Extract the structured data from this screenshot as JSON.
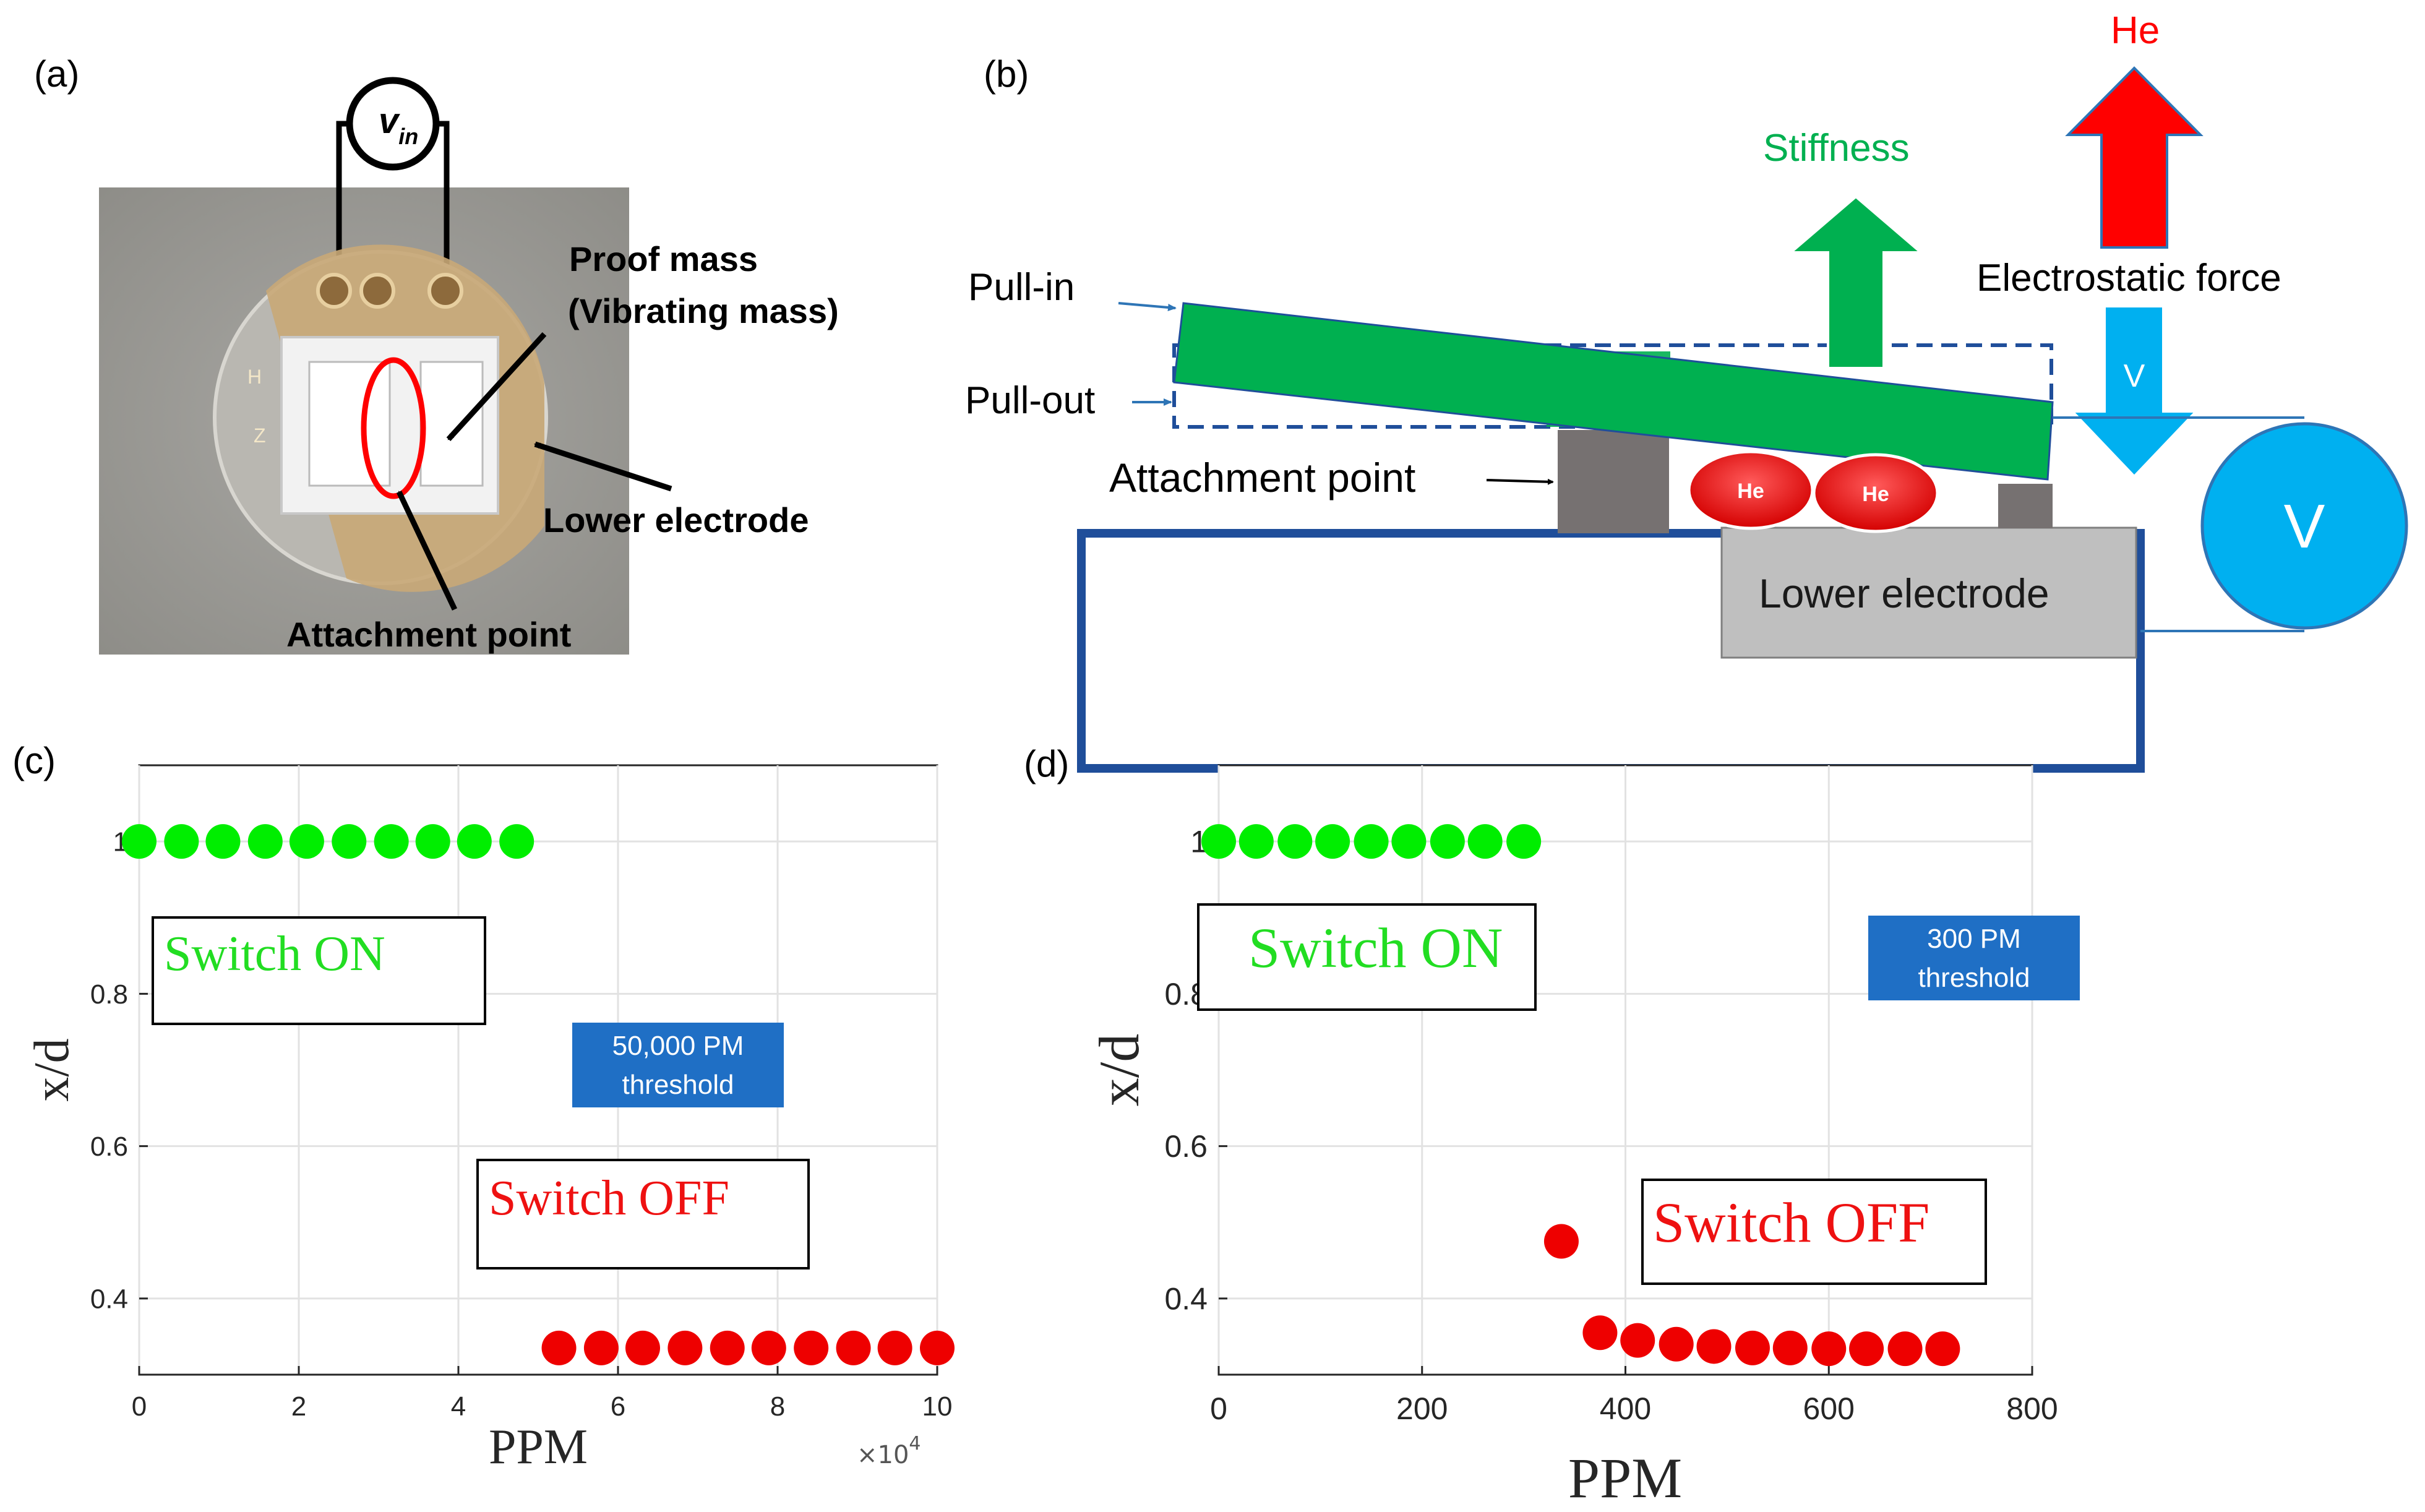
{
  "panels": {
    "a": {
      "label": "(a)",
      "vin_symbol": "v",
      "vin_subscript": "in",
      "proof_mass_line1": "Proof mass",
      "proof_mass_line2": "(Vibrating mass)",
      "lower_electrode": "Lower electrode",
      "attachment_point": "Attachment point",
      "chip_marking1": "H",
      "chip_marking2": "Z"
    },
    "b": {
      "label": "(b)",
      "he_top": "He",
      "stiffness": "Stiffness",
      "electrostatic_force": "Electrostatic force",
      "pull_in": "Pull-in",
      "pull_out": "Pull-out",
      "attachment_point": "Attachment point",
      "lower_electrode": "Lower electrode",
      "he_ball1": "He",
      "he_ball2": "He",
      "v_arrow": "V",
      "v_source": "V",
      "colors": {
        "green": "#00b050",
        "red": "#ff0000",
        "blue": "#00b0f0",
        "frame": "#1f4e9a"
      }
    },
    "c": {
      "label": "(c)",
      "switch_on": "Switch ON",
      "switch_off": "Switch OFF",
      "threshold_line1": "50,000 PM",
      "threshold_line2": "threshold",
      "exponent_base": "×10",
      "exponent_power": "4"
    },
    "d": {
      "label": "(d)",
      "switch_on": "Switch ON",
      "switch_off": "Switch OFF",
      "threshold_line1": "300 PM",
      "threshold_line2": "threshold"
    }
  },
  "chart_data": [
    {
      "type": "scatter",
      "panel": "c",
      "xlabel": "PPM",
      "ylabel": "x/d",
      "xlim": [
        0,
        10
      ],
      "ylim": [
        0.3,
        1.1
      ],
      "x_scale_note": "×10^4",
      "xticks": [
        0,
        2,
        4,
        6,
        8,
        10
      ],
      "yticks": [
        0.4,
        0.6,
        0.8,
        1
      ],
      "ytick_labels": [
        "0.4",
        "0.6",
        "0.8",
        "1"
      ],
      "grid": true,
      "series": [
        {
          "color": "#00ee00",
          "x": [
            0,
            0.53,
            1.05,
            1.58,
            2.1,
            2.63,
            3.16,
            3.68,
            4.2,
            4.73
          ],
          "y": [
            1,
            1,
            1,
            1,
            1,
            1,
            1,
            1,
            1,
            1
          ]
        },
        {
          "color": "#ee0000",
          "x": [
            5.26,
            5.79,
            6.31,
            6.84,
            7.37,
            7.89,
            8.42,
            8.95,
            9.47,
            10
          ],
          "y": [
            0.335,
            0.335,
            0.335,
            0.335,
            0.335,
            0.335,
            0.335,
            0.335,
            0.335,
            0.335
          ]
        }
      ]
    },
    {
      "type": "scatter",
      "panel": "d",
      "xlabel": "PPM",
      "ylabel": "x/d",
      "xlim": [
        0,
        800
      ],
      "ylim": [
        0.3,
        1.1
      ],
      "xticks": [
        0,
        200,
        400,
        600,
        800
      ],
      "yticks": [
        0.4,
        0.6,
        0.8,
        1
      ],
      "ytick_labels": [
        "0.4",
        "0.6",
        "0.8",
        "1"
      ],
      "grid": true,
      "series": [
        {
          "color": "#00ee00",
          "x": [
            0,
            37,
            75,
            112,
            150,
            187,
            225,
            262,
            300
          ],
          "y": [
            1,
            1,
            1,
            1,
            1,
            1,
            1,
            1,
            1
          ]
        },
        {
          "color": "#ee0000",
          "x": [
            337,
            375,
            412,
            450,
            487,
            525,
            562,
            600,
            637,
            675,
            712
          ],
          "y": [
            0.475,
            0.355,
            0.345,
            0.34,
            0.337,
            0.335,
            0.335,
            0.334,
            0.334,
            0.334,
            0.334
          ]
        }
      ]
    }
  ]
}
